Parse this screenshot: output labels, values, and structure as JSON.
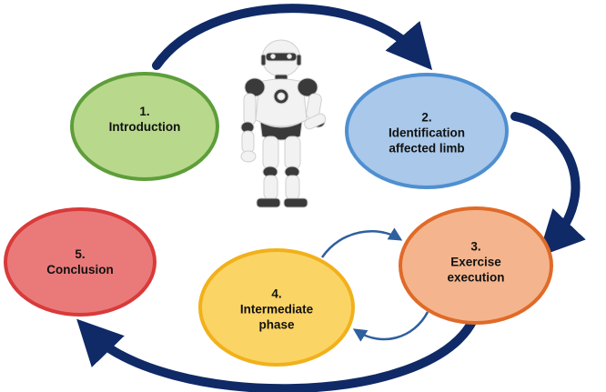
{
  "steps": [
    {
      "number": "1.",
      "line1": "Introduction",
      "line2": "",
      "fill": "#b8d88c",
      "stroke": "#5d9e3a"
    },
    {
      "number": "2.",
      "line1": "Identification",
      "line2": "affected limb",
      "fill": "#a9c8ea",
      "stroke": "#4f8fd0"
    },
    {
      "number": "3.",
      "line1": "Exercise",
      "line2": "execution",
      "fill": "#f4b58e",
      "stroke": "#e06a28"
    },
    {
      "number": "4.",
      "line1": "Intermediate",
      "line2": "phase",
      "fill": "#fbd466",
      "stroke": "#f1b11a"
    },
    {
      "number": "5.",
      "line1": "Conclusion",
      "line2": "",
      "fill": "#ea7a7a",
      "stroke": "#d93a3a"
    }
  ],
  "colors": {
    "big_arrow": "#0f2a66",
    "small_arrow": "#2e5f9e",
    "robot_body": "#f2f2f2",
    "robot_trim": "#3a3a3a"
  },
  "illustration": {
    "icon": "humanoid-robot-icon"
  }
}
